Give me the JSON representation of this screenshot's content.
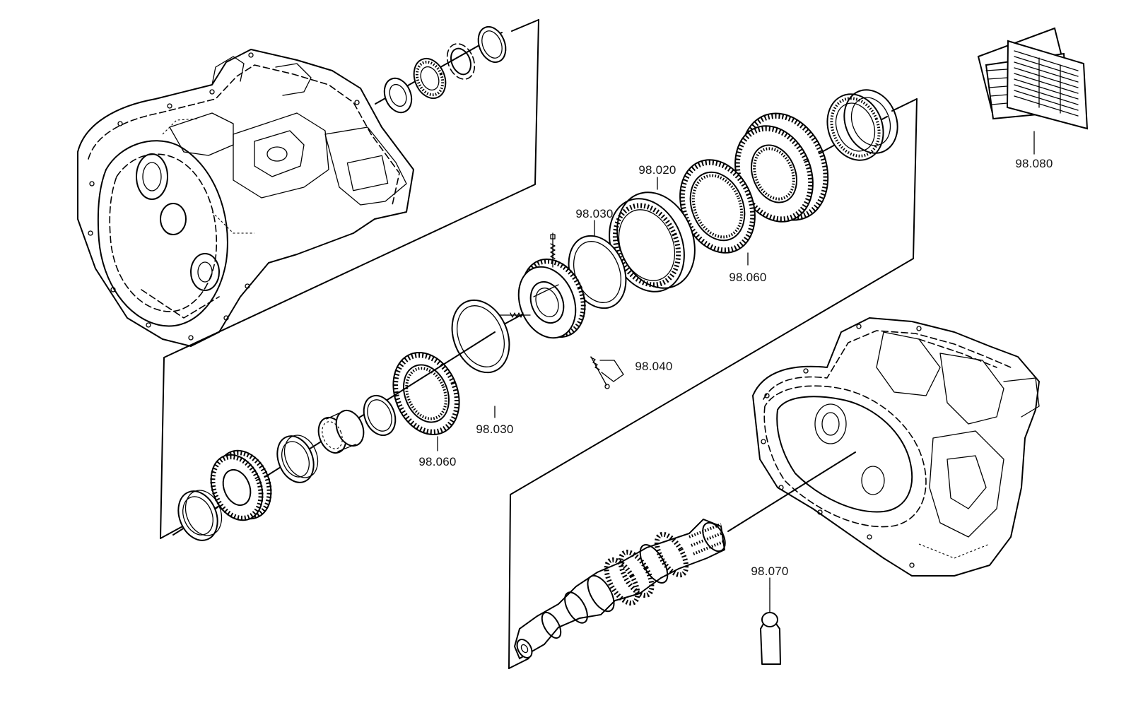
{
  "callouts": {
    "c_98020": "98.020",
    "c_98030_top": "98.030",
    "c_98030_bottom": "98.030",
    "c_98040": "98.040",
    "c_98060_right": "98.060",
    "c_98060_left": "98.060",
    "c_98070": "98.070",
    "c_98080": "98.080"
  }
}
